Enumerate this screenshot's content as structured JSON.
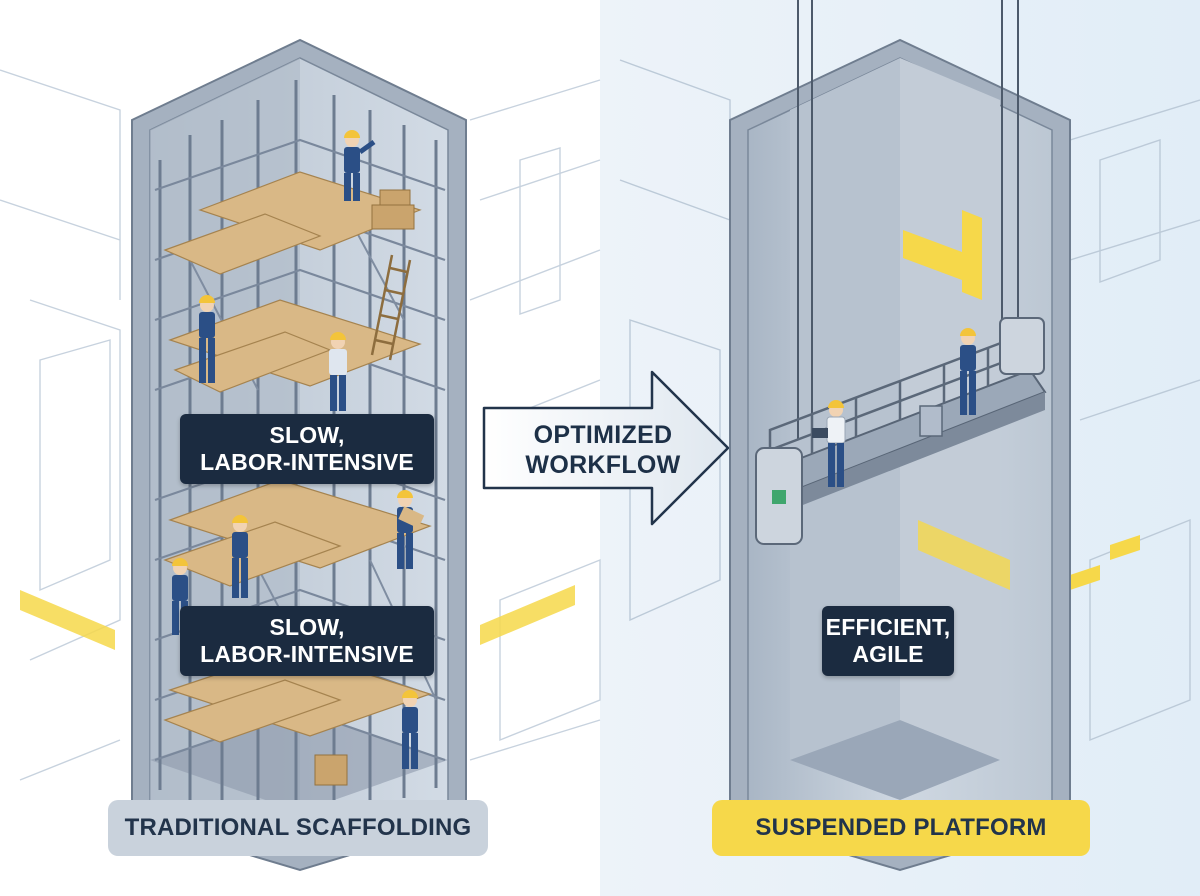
{
  "left_panel": {
    "labels": [
      {
        "line1": "SLOW,",
        "line2": "LABOR-INTENSIVE"
      },
      {
        "line1": "SLOW,",
        "line2": "LABOR-INTENSIVE"
      }
    ],
    "caption": "TRADITIONAL SCAFFOLDING"
  },
  "center": {
    "arrow_line1": "OPTIMIZED",
    "arrow_line2": "WORKFLOW"
  },
  "right_panel": {
    "label_line1": "EFFICIENT,",
    "label_line2": "AGILE",
    "caption": "SUSPENDED PLATFORM"
  },
  "colors": {
    "left_bg": "#ffffff",
    "right_bg": "#e3eef8",
    "shaft_frame": "#8e9caf",
    "dark_label": "#1b2b40",
    "accent_yellow": "#f6d84a",
    "wood": "#d9b886",
    "worker_blue": "#2b4f86",
    "helmet": "#f3c43a"
  },
  "icons": [
    "worker-icon",
    "arrow-right-icon",
    "suspended-platform-icon",
    "scaffolding-icon"
  ]
}
